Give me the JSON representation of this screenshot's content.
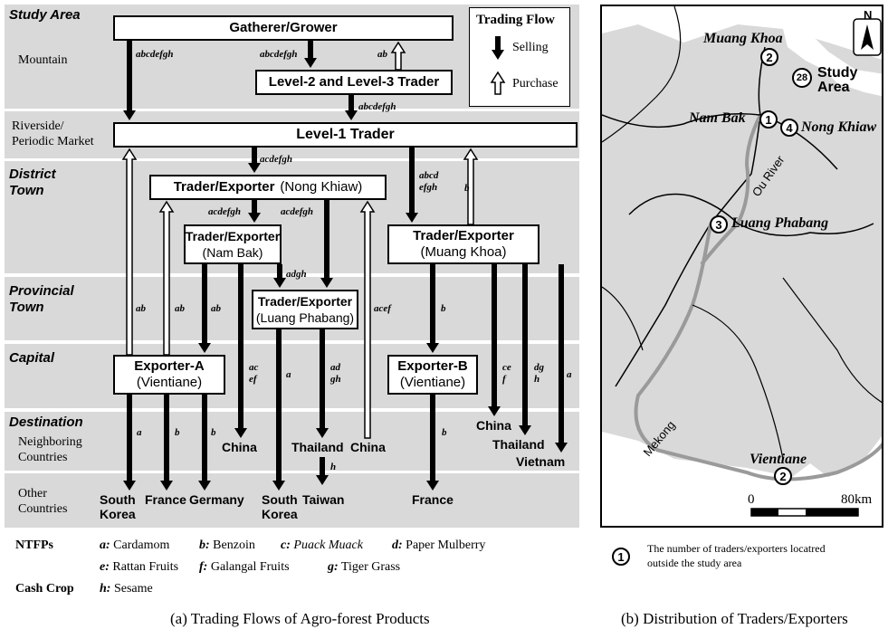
{
  "rows": {
    "study_area": "Study Area",
    "mountain": "Mountain",
    "riverside": "Riverside/\nPeriodic Market",
    "district": "District\nTown",
    "provincial": "Provincial\nTown",
    "capital": "Capital",
    "destination": "Destination",
    "neighboring": "Neighboring\nCountries",
    "other": "Other\nCountries"
  },
  "boxes": {
    "gatherer": "Gatherer/Grower",
    "level23": "Level-2 and Level-3 Trader",
    "level1": "Level-1 Trader",
    "te_nk_title": "Trader/Exporter",
    "te_nk_sub": "(Nong Khiaw)",
    "te_nb_title": "Trader/Exporter",
    "te_nb_sub": "(Nam Bak)",
    "te_lp_title": "Trader/Exporter",
    "te_lp_sub": "(Luang Phabang)",
    "te_mk_title": "Trader/Exporter",
    "te_mk_sub": "(Muang Khoa)",
    "exa_title": "Exporter-A",
    "exa_sub": "(Vientiane)",
    "exb_title": "Exporter-B",
    "exb_sub": "(Vientiane)"
  },
  "flow_labels": {
    "g_l1": "abcdefgh",
    "g_l23": "abcdefgh",
    "l23_g": "ab",
    "l23_l1": "abcdefgh",
    "l1_nk": "acdefgh",
    "l1_mk": "abcd\nefgh",
    "mk_l1": "b",
    "nk_nb": "acdefgh",
    "nk_lp": "acdefgh",
    "nb_lp": "adgh",
    "exa_l1": "ab",
    "exa_nk": "ab",
    "nb_exa": "ab",
    "nb_china": "ac\nef",
    "lp_sk": "a",
    "lp_thai": "ad\ngh",
    "china_nk": "acef",
    "mk_exb": "b",
    "mk_china": "ce\nf",
    "mk_thai": "dg\nh",
    "mk_viet": "a",
    "exa_sk": "a",
    "exa_fr": "b",
    "exa_de": "b",
    "thai_tw": "h",
    "exb_fr": "b"
  },
  "destinations": {
    "china1": "China",
    "thailand1": "Thailand",
    "china2": "China",
    "china3": "China",
    "thailand2": "Thailand",
    "vietnam": "Vietnam",
    "south_korea1": "South\nKorea",
    "france1": "France",
    "germany": "Germany",
    "south_korea2": "South\nKorea",
    "taiwan": "Taiwan",
    "france2": "France"
  },
  "legend": {
    "title": "Trading Flow",
    "selling": "Selling",
    "purchase": "Purchase"
  },
  "ntfp": {
    "label": "NTFPs",
    "items": [
      {
        "k": "a:",
        "v": "Cardamom"
      },
      {
        "k": "b:",
        "v": "Benzoin"
      },
      {
        "k": "c:",
        "v": "Puack Muack"
      },
      {
        "k": "d:",
        "v": "Paper Mulberry"
      },
      {
        "k": "e:",
        "v": "Rattan Fruits"
      },
      {
        "k": "f:",
        "v": "Galangal Fruits"
      },
      {
        "k": "g:",
        "v": "Tiger Grass"
      }
    ],
    "cash_label": "Cash Crop",
    "cash_k": "h:",
    "cash_v": "Sesame"
  },
  "captions": {
    "left": "(a) Trading Flows of Agro-forest Products",
    "right": "(b) Distribution of Traders/Exporters"
  },
  "map": {
    "north": "N",
    "muang_khoa": "Muang Khoa",
    "study_area": "Study\nArea",
    "nam_bak": "Nam Bak",
    "nong_khiaw": "Nong Khiaw",
    "ou_river": "Ou River",
    "luang_phabang": "Luang Phabang",
    "mekong": "Mekong",
    "vientiane": "Vientiane",
    "scale_0": "0",
    "scale_80": "80km",
    "n_muang_khoa": "2",
    "n_study": "28",
    "n_nam_bak": "1",
    "n_nong_khiaw": "4",
    "n_luang_phabang": "3",
    "n_vientiane": "2",
    "legend_num": "1",
    "legend_text": "The number of traders/exporters locatred\noutside the study area"
  }
}
